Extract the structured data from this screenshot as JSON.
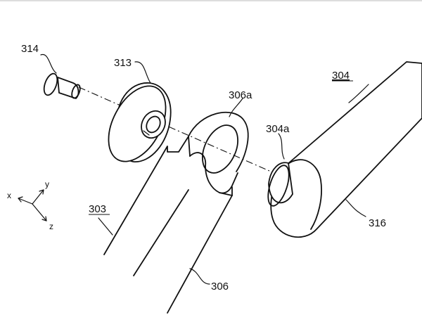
{
  "labels": {
    "pin": "314",
    "washer": "313",
    "arm_hook": "306a",
    "boss": "304a",
    "link": "304",
    "frame": "303",
    "arm": "306",
    "link_edge": "316"
  },
  "axes": {
    "x": "x",
    "y": "y",
    "z": "z"
  },
  "colors": {
    "line": "#111111",
    "background": "#ffffff"
  }
}
